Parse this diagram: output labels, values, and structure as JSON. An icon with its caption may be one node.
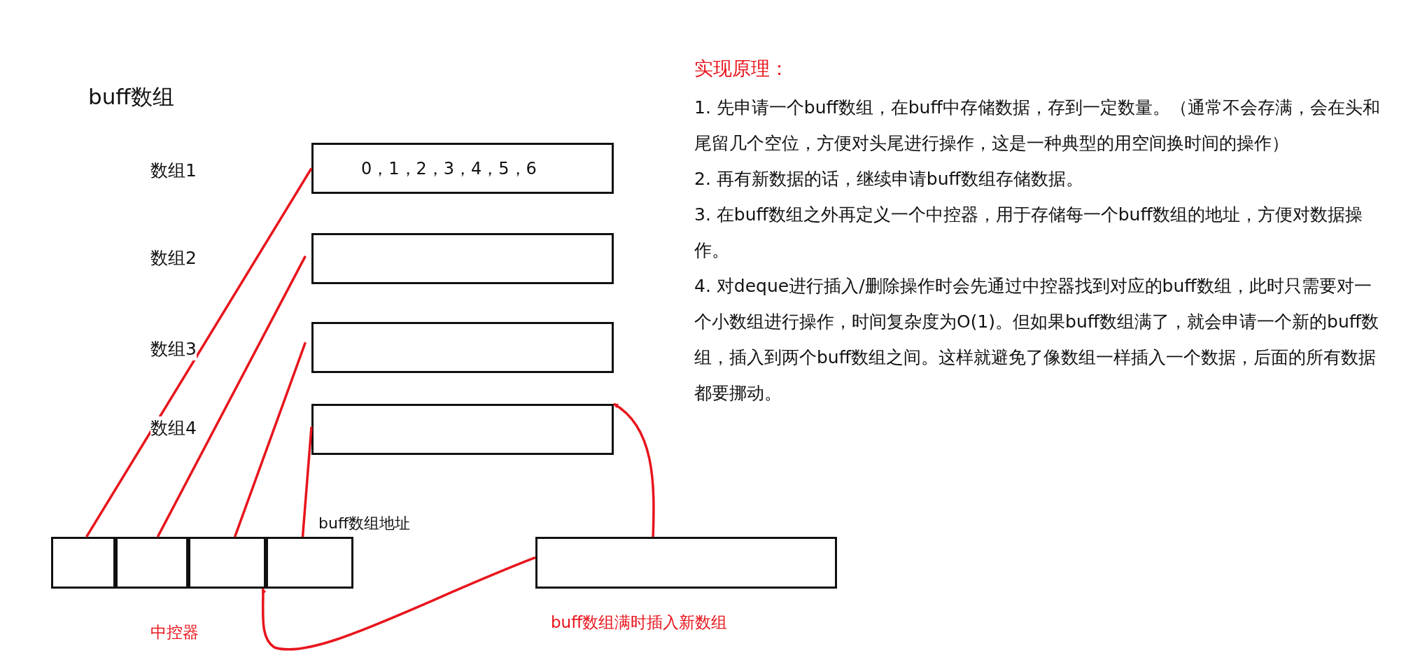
{
  "diagram": {
    "title": "buff数组",
    "nodes": [
      {
        "text": [
          "0，1，2，3，4，5，6"
        ]
      },
      {
        "text": [],
        "shape": "box"
      },
      {
        "text": [],
        "shape": "box"
      },
      {
        "text": [],
        "shape": "box"
      },
      {
        "text": [],
        "shape": "box",
        "beside": [
          "中控器"
        ]
      },
      {
        "text": [],
        "shape": "box",
        "in": 4
      },
      {
        "text": [],
        "shape": "box",
        "in": 4
      },
      {
        "text": [],
        "shape": "box",
        "in": 4
      },
      {
        "text": [],
        "shape": "box",
        "in": 4
      },
      {
        "text": [],
        "shape": "box",
        "beside": [
          "buff数组满时插入新数组"
        ]
      }
    ],
    "edges": [
      {
        "from": 5,
        "to": 0,
        "arrow": "none"
      },
      {
        "from": 6,
        "to": 1,
        "arrow": "none"
      },
      {
        "from": 7,
        "to": 2,
        "arrow": "none"
      },
      {
        "from": 8,
        "to": 3,
        "arrow": "none"
      },
      {
        "from": 9,
        "to": 4,
        "arrow": "to"
      },
      {
        "from": 9,
        "to": 3,
        "arrow": "to"
      }
    ],
    "labels": [
      "数组1",
      "数组2",
      "数组3",
      "数组4",
      "buff数组地址",
      "实现原理：",
      "1. 先申请一个buff数组，在buff中存储数据，存到一定数量。（通常不会存满，会在头和尾留几个空位，方便对头尾进行操作，这是一种典型的用空间换时间的操作）",
      "2. 再有新数据的话，继续申请buff数组存储数据。",
      "3. 在buff数组之外再定义一个中控器，用于存储每一个buff数组的地址，方便对数据操作。",
      "4. 对deque进行插入/删除操作时会先通过中控器找到对应的buff数组，此时只需要对一个小数组进行操作，时间复杂度为O(1)。但如果buff数组满了，就会申请一个新的buff数组，插入到两个buff数组之间。这样就避免了像数组一样插入一个数据，后面的所有数据都要挪动。"
    ]
  }
}
